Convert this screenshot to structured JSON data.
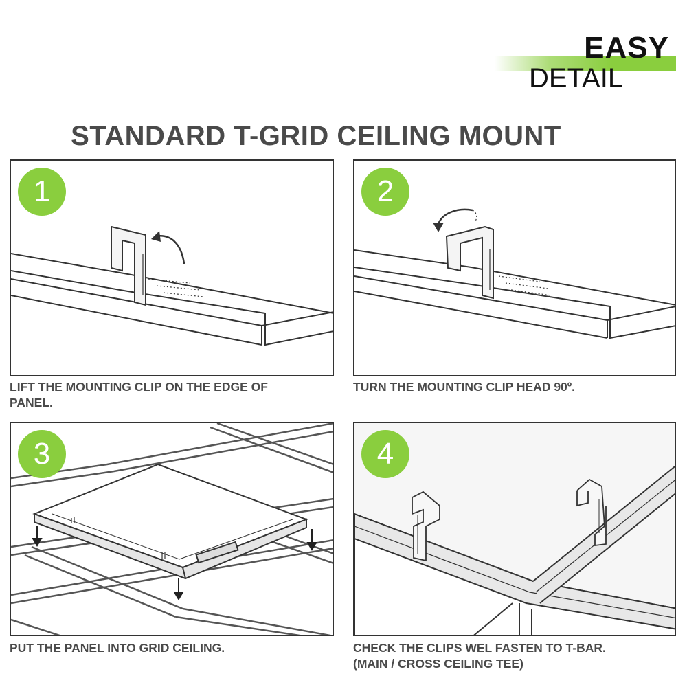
{
  "brand": {
    "line1": "EASY",
    "line2": "DETAIL",
    "accent_color": "#8ace3e"
  },
  "title": "STANDARD T-GRID CEILING MOUNT",
  "steps": [
    {
      "number": "1",
      "caption": "LIFT THE MOUNTING CLIP ON THE EDGE OF PANEL."
    },
    {
      "number": "2",
      "caption": "TURN THE MOUNTING CLIP HEAD 90º."
    },
    {
      "number": "3",
      "caption": "PUT THE PANEL INTO GRID CEILING."
    },
    {
      "number": "4",
      "caption": "CHECK THE CLIPS WEL FASTEN TO T-BAR. (MAIN / CROSS CEILING TEE)"
    }
  ]
}
